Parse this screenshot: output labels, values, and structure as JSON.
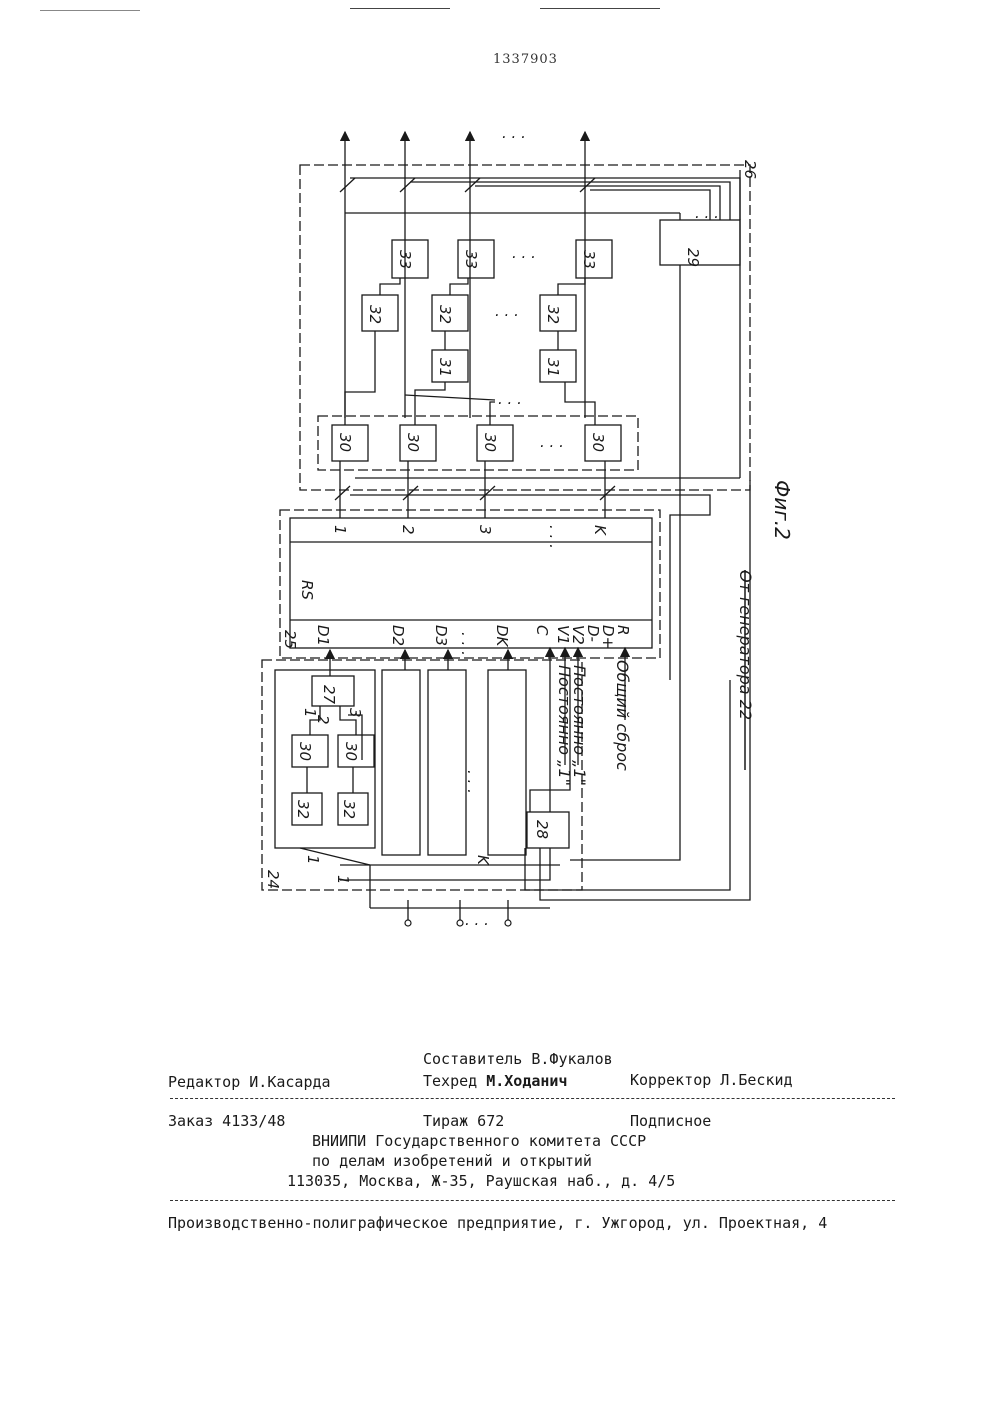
{
  "page": {
    "patent_number": "1337903"
  },
  "figure": {
    "caption": "Фиг.2",
    "blocks": {
      "b24": "24",
      "b25": "25",
      "b26": "26",
      "b27": "27",
      "b28": "28",
      "b29": "29",
      "b30": "30",
      "b31": "31",
      "b32": "32",
      "b33": "33"
    },
    "register": {
      "name": "RS",
      "outputs": [
        "1",
        "2",
        "3",
        "K"
      ],
      "inputs": [
        "D1",
        "D2",
        "D3",
        "DK",
        "C",
        "V1",
        "V2",
        "D-",
        "D+",
        "R"
      ]
    },
    "pin_labels": {
      "one": "1",
      "two": "2",
      "three": "3",
      "k": "K"
    },
    "ellipsis": ". . .",
    "signals": {
      "const1": "Постоянно „1\"",
      "const2": "Постоянно „1\"",
      "reset": "Общий сброс",
      "generator": "От генератора 22"
    }
  },
  "imprint": {
    "compiler": "Составитель В.Фукалов",
    "editor": "Редактор И.Касарда",
    "techred_label": "Техред",
    "techred_name": "М.Ходанич",
    "corrector": "Корректор Л.Бескид",
    "order": "Заказ 4133/48",
    "circulation": "Тираж 672",
    "subscription": "Подписное",
    "org_line1": "ВНИИПИ Государственного комитета СССР",
    "org_line2": "по делам изобретений и открытий",
    "org_address": "113035, Москва, Ж-35, Раушская наб., д. 4/5",
    "printer": "Производственно-полиграфическое предприятие, г. Ужгород, ул. Проектная, 4"
  }
}
